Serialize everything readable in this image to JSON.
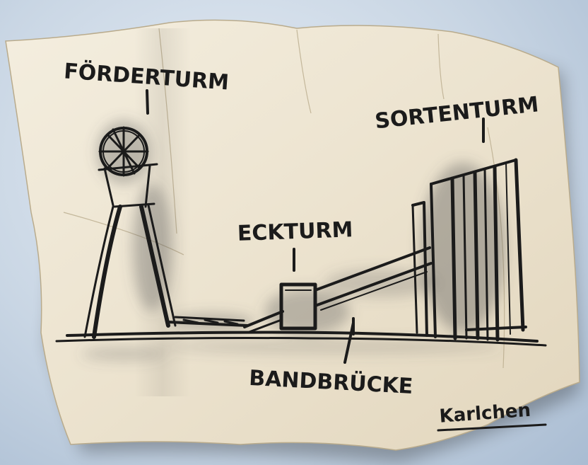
{
  "labels": {
    "foerderturm": "FÖRDERTURM",
    "sortenturm": "SORTENTURM",
    "eckturm": "ECKTURM",
    "bandbruecke": "BANDBRÜCKE"
  },
  "signature": "Karlchen",
  "colors": {
    "background": "#c9d6e4",
    "paper": "#efe7d5",
    "ink": "#1b1b1b",
    "smudge": "#5a5a5a"
  }
}
